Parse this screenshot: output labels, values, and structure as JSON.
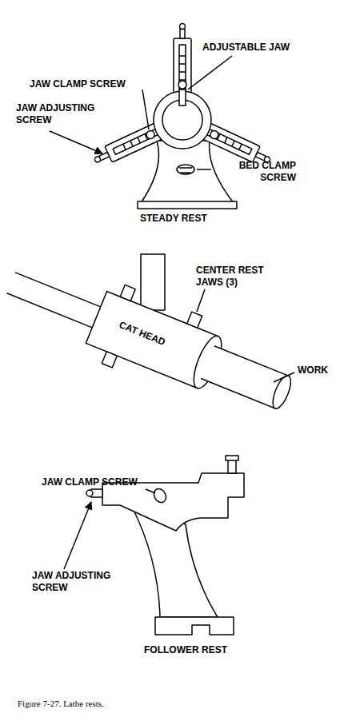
{
  "diagram": {
    "caption": "Figure 7-27. Lathe rests.",
    "labels": [
      "ADJUSTABLE JAW",
      "JAW CLAMP SCREW",
      "JAW ADJUSTING SCREW",
      "BED CLAMP SCREW",
      "STEADY REST",
      "CENTER REST JAWS (3)",
      "CAT HEAD",
      "WORK",
      "JAW CLAMP SCREW",
      "JAW ADJUSTING SCREW",
      "FOLLOWER REST"
    ]
  }
}
